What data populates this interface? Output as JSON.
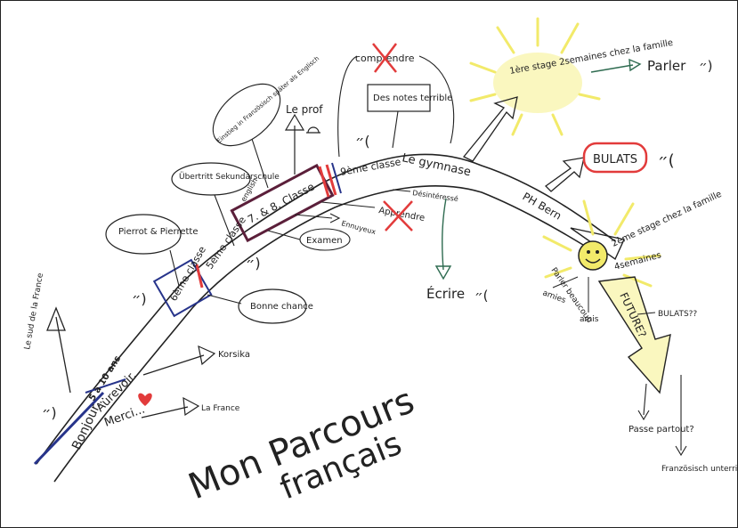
{
  "title_line1": "Mon Parcours",
  "title_line2": "français",
  "path": {
    "start_left": "Bonjour...",
    "start_right": "5 à 10 ans",
    "aurevoir": "Aurevoir.",
    "merci": "Merci...",
    "sixieme": "6ème classe",
    "cinquieme": "5ème classe",
    "septieme": "7. & 8. Classe",
    "neuvieme": "9ème classe",
    "gymnase": "Le gymnase",
    "ph": "PH Bern"
  },
  "branches": {
    "sud_de_la_france": "Le sud de la France",
    "korsika": "Korsika",
    "la_france": "La France",
    "pierrot": "Pierrot & Pierrette",
    "bonne_chance": "Bonne chance",
    "uebertritt": "Übertritt Sekundarschule",
    "english": "english",
    "einstieg": "Einstieg in Französisch später als Englisch",
    "le_prof": "Le prof",
    "examen": "Examen",
    "ennuyeux": "Ennuyeux",
    "apprendre": "Apprendre",
    "comprendre": "comprendre",
    "des_notes": "Des notes terrible",
    "desinteresse": "Désintéressé",
    "ecrire": "Écrire",
    "stage1": "1ère stage 2semaines chez la famille",
    "parler": "Parler",
    "bulats_box": "BULATS",
    "stage2": "2ème stage chez la famille",
    "semaines4": "4semaines",
    "parler_beaucoup": "Parler beaucoup",
    "amies": "amies",
    "amis": "amis",
    "futur": "FUTURE?",
    "bulats_q": "BULATS??",
    "passe_partout": "Passe partout?",
    "franzoesisch": "Französisch unterrichten?"
  },
  "colors": {
    "ink": "#222222",
    "brand_red": "#e23b3b",
    "navy": "#27348b",
    "green": "#2e6b50",
    "maroon": "#5b1f3a",
    "highlight_yellow": "#f2ea6a"
  }
}
